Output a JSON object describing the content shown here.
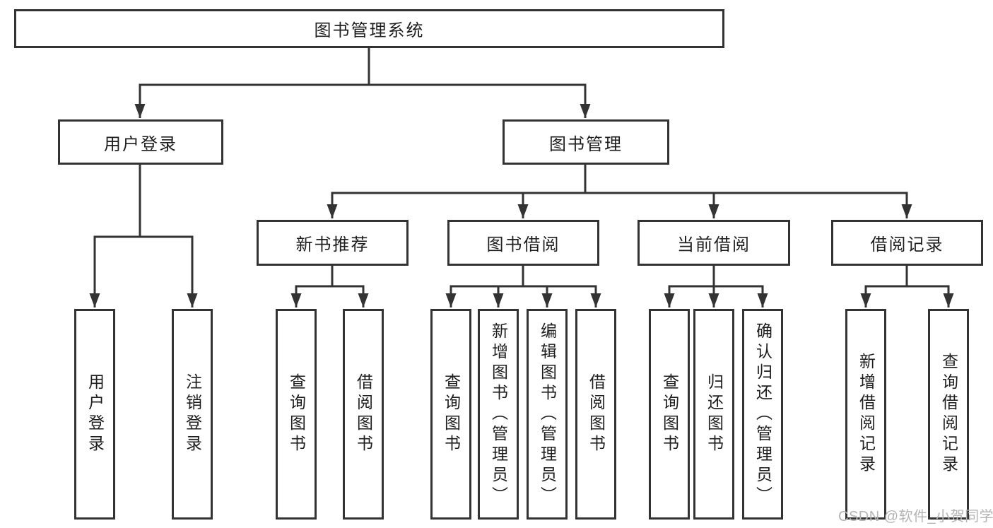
{
  "diagram": {
    "title": "图书管理系统",
    "branches": [
      {
        "label": "用户登录",
        "children": [
          {
            "label": "用户登录"
          },
          {
            "label": "注销登录"
          }
        ]
      },
      {
        "label": "图书管理",
        "children": [
          {
            "label": "新书推荐",
            "children": [
              {
                "label": "查询图书"
              },
              {
                "label": "借阅图书"
              }
            ]
          },
          {
            "label": "图书借阅",
            "children": [
              {
                "label": "查询图书"
              },
              {
                "label": "新增图书（管理员）"
              },
              {
                "label": "编辑图书（管理员）"
              },
              {
                "label": "借阅图书"
              }
            ]
          },
          {
            "label": "当前借阅",
            "children": [
              {
                "label": "查询图书"
              },
              {
                "label": "归还图书"
              },
              {
                "label": "确认归还（管理员）"
              }
            ]
          },
          {
            "label": "借阅记录",
            "children": [
              {
                "label": "新增借阅记录"
              },
              {
                "label": "查询借阅记录"
              }
            ]
          }
        ]
      }
    ]
  },
  "watermark": "CSDN @软件_小贺同学",
  "colors": {
    "line": "#333333",
    "text": "#1e1e1e",
    "background": "#ffffff",
    "watermark": "#b4b4b4"
  }
}
